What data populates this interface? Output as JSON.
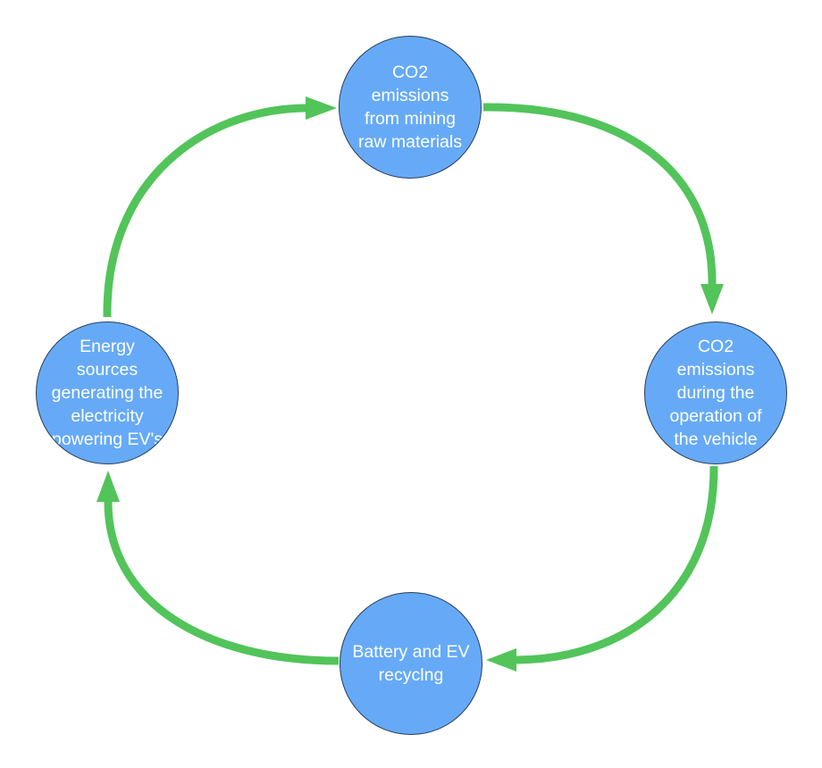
{
  "colors": {
    "arrow": "#52c45a",
    "node_fill": "#66aaf7",
    "node_border": "#2a3d57",
    "node_text": "#ffffff"
  },
  "nodes": {
    "top": {
      "label": "CO2\nemissions\nfrom mining\nraw materials"
    },
    "right": {
      "label": "CO2\nemissions\nduring the\noperation of\nthe vehicle"
    },
    "bottom": {
      "label": "Battery and EV\nrecyclng"
    },
    "left": {
      "label": "Energy\nsources\ngenerating the\nelectricity\npowering EV's"
    }
  },
  "edges": [
    {
      "from": "top",
      "to": "right"
    },
    {
      "from": "right",
      "to": "bottom"
    },
    {
      "from": "bottom",
      "to": "left"
    },
    {
      "from": "left",
      "to": "top"
    }
  ]
}
